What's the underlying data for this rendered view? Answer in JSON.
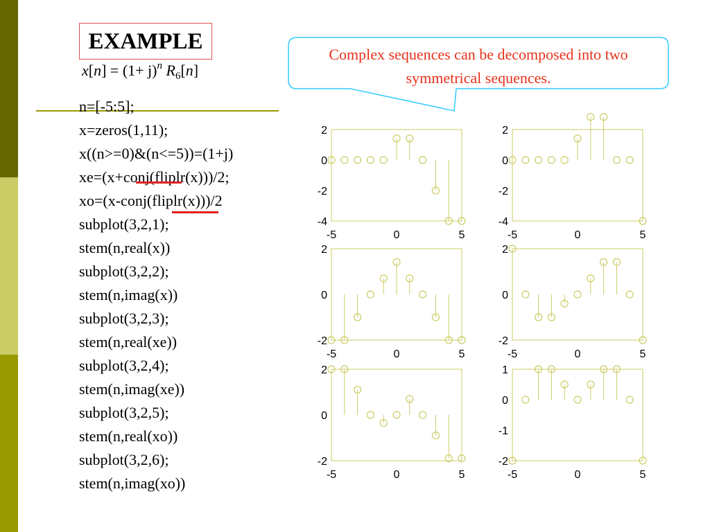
{
  "title": "EXAMPLE",
  "formula": {
    "x": "x",
    "n": "n",
    "base": "(1+ j)",
    "exp": "n",
    "R": "R",
    "sub": "6"
  },
  "code": [
    "n=[-5:5];",
    "x=zeros(1,11);",
    "x((n>=0)&(n<=5))=(1+j)",
    "xe=(x+conj(fliplr(x)))/2;",
    "xo=(x-conj(fliplr(x)))/2",
    "subplot(3,2,1);",
    "stem(n,real(x))",
    "subplot(3,2,2);",
    "stem(n,imag(x))",
    "subplot(3,2,3);",
    "stem(n,real(xe))",
    "subplot(3,2,4);",
    "stem(n,imag(xe))",
    "subplot(3,2,5);",
    "stem(n,real(xo))",
    "subplot(3,2,6);",
    "stem(n,imag(xo))"
  ],
  "callout": "Complex sequences can be decomposed into two symmetrical sequences.",
  "colors": {
    "bar_dark": "#666600",
    "bar_light": "#CCCC66",
    "bar_mid": "#999900",
    "plot": "#CCCC66",
    "callout_border": "#33CCFF",
    "callout_text": "#e8311a",
    "underline": "#e02020"
  },
  "chart_data": [
    {
      "type": "stem",
      "x": [
        -5,
        -4,
        -3,
        -2,
        -1,
        0,
        1,
        2,
        3,
        4,
        5
      ],
      "y": [
        0,
        0,
        0,
        0,
        0,
        1.414,
        1.414,
        0,
        -2,
        -4,
        -4
      ],
      "xlim": [
        -5,
        5
      ],
      "ylim": [
        -4,
        2
      ],
      "xticks": [
        -5,
        0,
        5
      ],
      "yticks": [
        -4,
        -2,
        0,
        2
      ]
    },
    {
      "type": "stem",
      "x": [
        -5,
        -4,
        -3,
        -2,
        -1,
        0,
        1,
        2,
        3,
        4,
        5
      ],
      "y": [
        0,
        0,
        0,
        0,
        0,
        1.414,
        2.828,
        2.828,
        0,
        0,
        -4
      ],
      "xlim": [
        -5,
        5
      ],
      "ylim": [
        -4,
        2
      ],
      "xticks": [
        -5,
        0,
        5
      ],
      "yticks": [
        -4,
        -2,
        0,
        2
      ]
    },
    {
      "type": "stem",
      "x": [
        -5,
        -4,
        -3,
        -2,
        -1,
        0,
        1,
        2,
        3,
        4,
        5
      ],
      "y": [
        -2,
        -2,
        -1,
        0,
        0.7,
        1.414,
        0.7,
        0,
        -1,
        -2,
        -2
      ],
      "xlim": [
        -5,
        5
      ],
      "ylim": [
        -2,
        2
      ],
      "xticks": [
        -5,
        0,
        5
      ],
      "yticks": [
        -2,
        0,
        2
      ]
    },
    {
      "type": "stem",
      "x": [
        -5,
        -4,
        -3,
        -2,
        -1,
        0,
        1,
        2,
        3,
        4,
        5
      ],
      "y": [
        2,
        0,
        -1,
        -1,
        -0.4,
        0,
        0.7,
        1.414,
        1.414,
        0,
        -2
      ],
      "xlim": [
        -5,
        5
      ],
      "ylim": [
        -2,
        2
      ],
      "xticks": [
        -5,
        0,
        5
      ],
      "yticks": [
        -2,
        0,
        2
      ]
    },
    {
      "type": "stem",
      "x": [
        -5,
        -4,
        -3,
        -2,
        -1,
        0,
        1,
        2,
        3,
        4,
        5
      ],
      "y": [
        2,
        2,
        1.1,
        0,
        -0.35,
        0,
        0.7,
        0,
        -0.9,
        -1.9,
        -1.9
      ],
      "xlim": [
        -5,
        5
      ],
      "ylim": [
        -2,
        2
      ],
      "xticks": [
        -5,
        0,
        5
      ],
      "yticks": [
        -2,
        0,
        2
      ]
    },
    {
      "type": "stem",
      "x": [
        -5,
        -4,
        -3,
        -2,
        -1,
        0,
        1,
        2,
        3,
        4,
        5
      ],
      "y": [
        -2,
        0,
        1,
        1,
        0.5,
        0,
        0.5,
        1,
        1,
        0,
        -2
      ],
      "xlim": [
        -5,
        5
      ],
      "ylim": [
        -2,
        1
      ],
      "xticks": [
        -5,
        0,
        5
      ],
      "yticks": [
        -2,
        -1,
        0,
        1
      ]
    }
  ]
}
